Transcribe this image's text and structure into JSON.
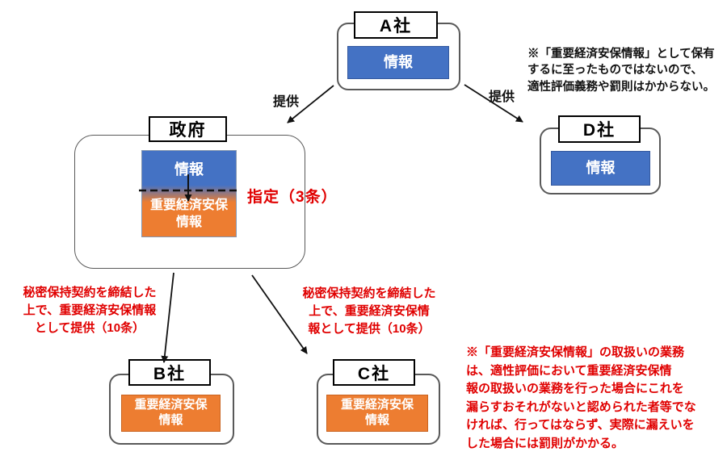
{
  "diagram": {
    "colors": {
      "info_blue": "#4472C4",
      "designated_orange": "#ED7D31",
      "note_red": "#E00000",
      "text_black": "#111111",
      "outer_border": "#595959"
    },
    "nodes": {
      "company_a": {
        "label": "A社",
        "info": "情報"
      },
      "government": {
        "label": "政府",
        "info": "情報",
        "designated": "重要経済安保\n情報",
        "designation_note": "指定（3条）"
      },
      "company_d": {
        "label": "D社",
        "info": "情報"
      },
      "company_b": {
        "label": "B社",
        "info": "重要経済安保\n情報"
      },
      "company_c": {
        "label": "C社",
        "info": "重要経済安保\n情報"
      }
    },
    "edge_labels": {
      "a_to_government": "提供",
      "a_to_company_d": "提供"
    },
    "notes": {
      "top_right": "※「重要経済安保情報」として保有\nするに至ったものではないので、\n適性評価義務や罰則はかからない。",
      "government_to_b": "秘密保持契約を締結した\n上で、重要経済安保情報\nとして提供（10条）",
      "government_to_c": "秘密保持契約を締結した\n上で、重要経済安保情\n報として提供（10条）",
      "bottom_right": "※「重要経済安保情報」の取扱いの業務\nは、適性評価において重要経済安保情\n報の取扱いの業務を行った場合にこれを\n漏らすおそれがないと認められた者等でな\nければ、行ってはならず、実際に漏えいを\nした場合には罰則がかかる。"
    }
  }
}
